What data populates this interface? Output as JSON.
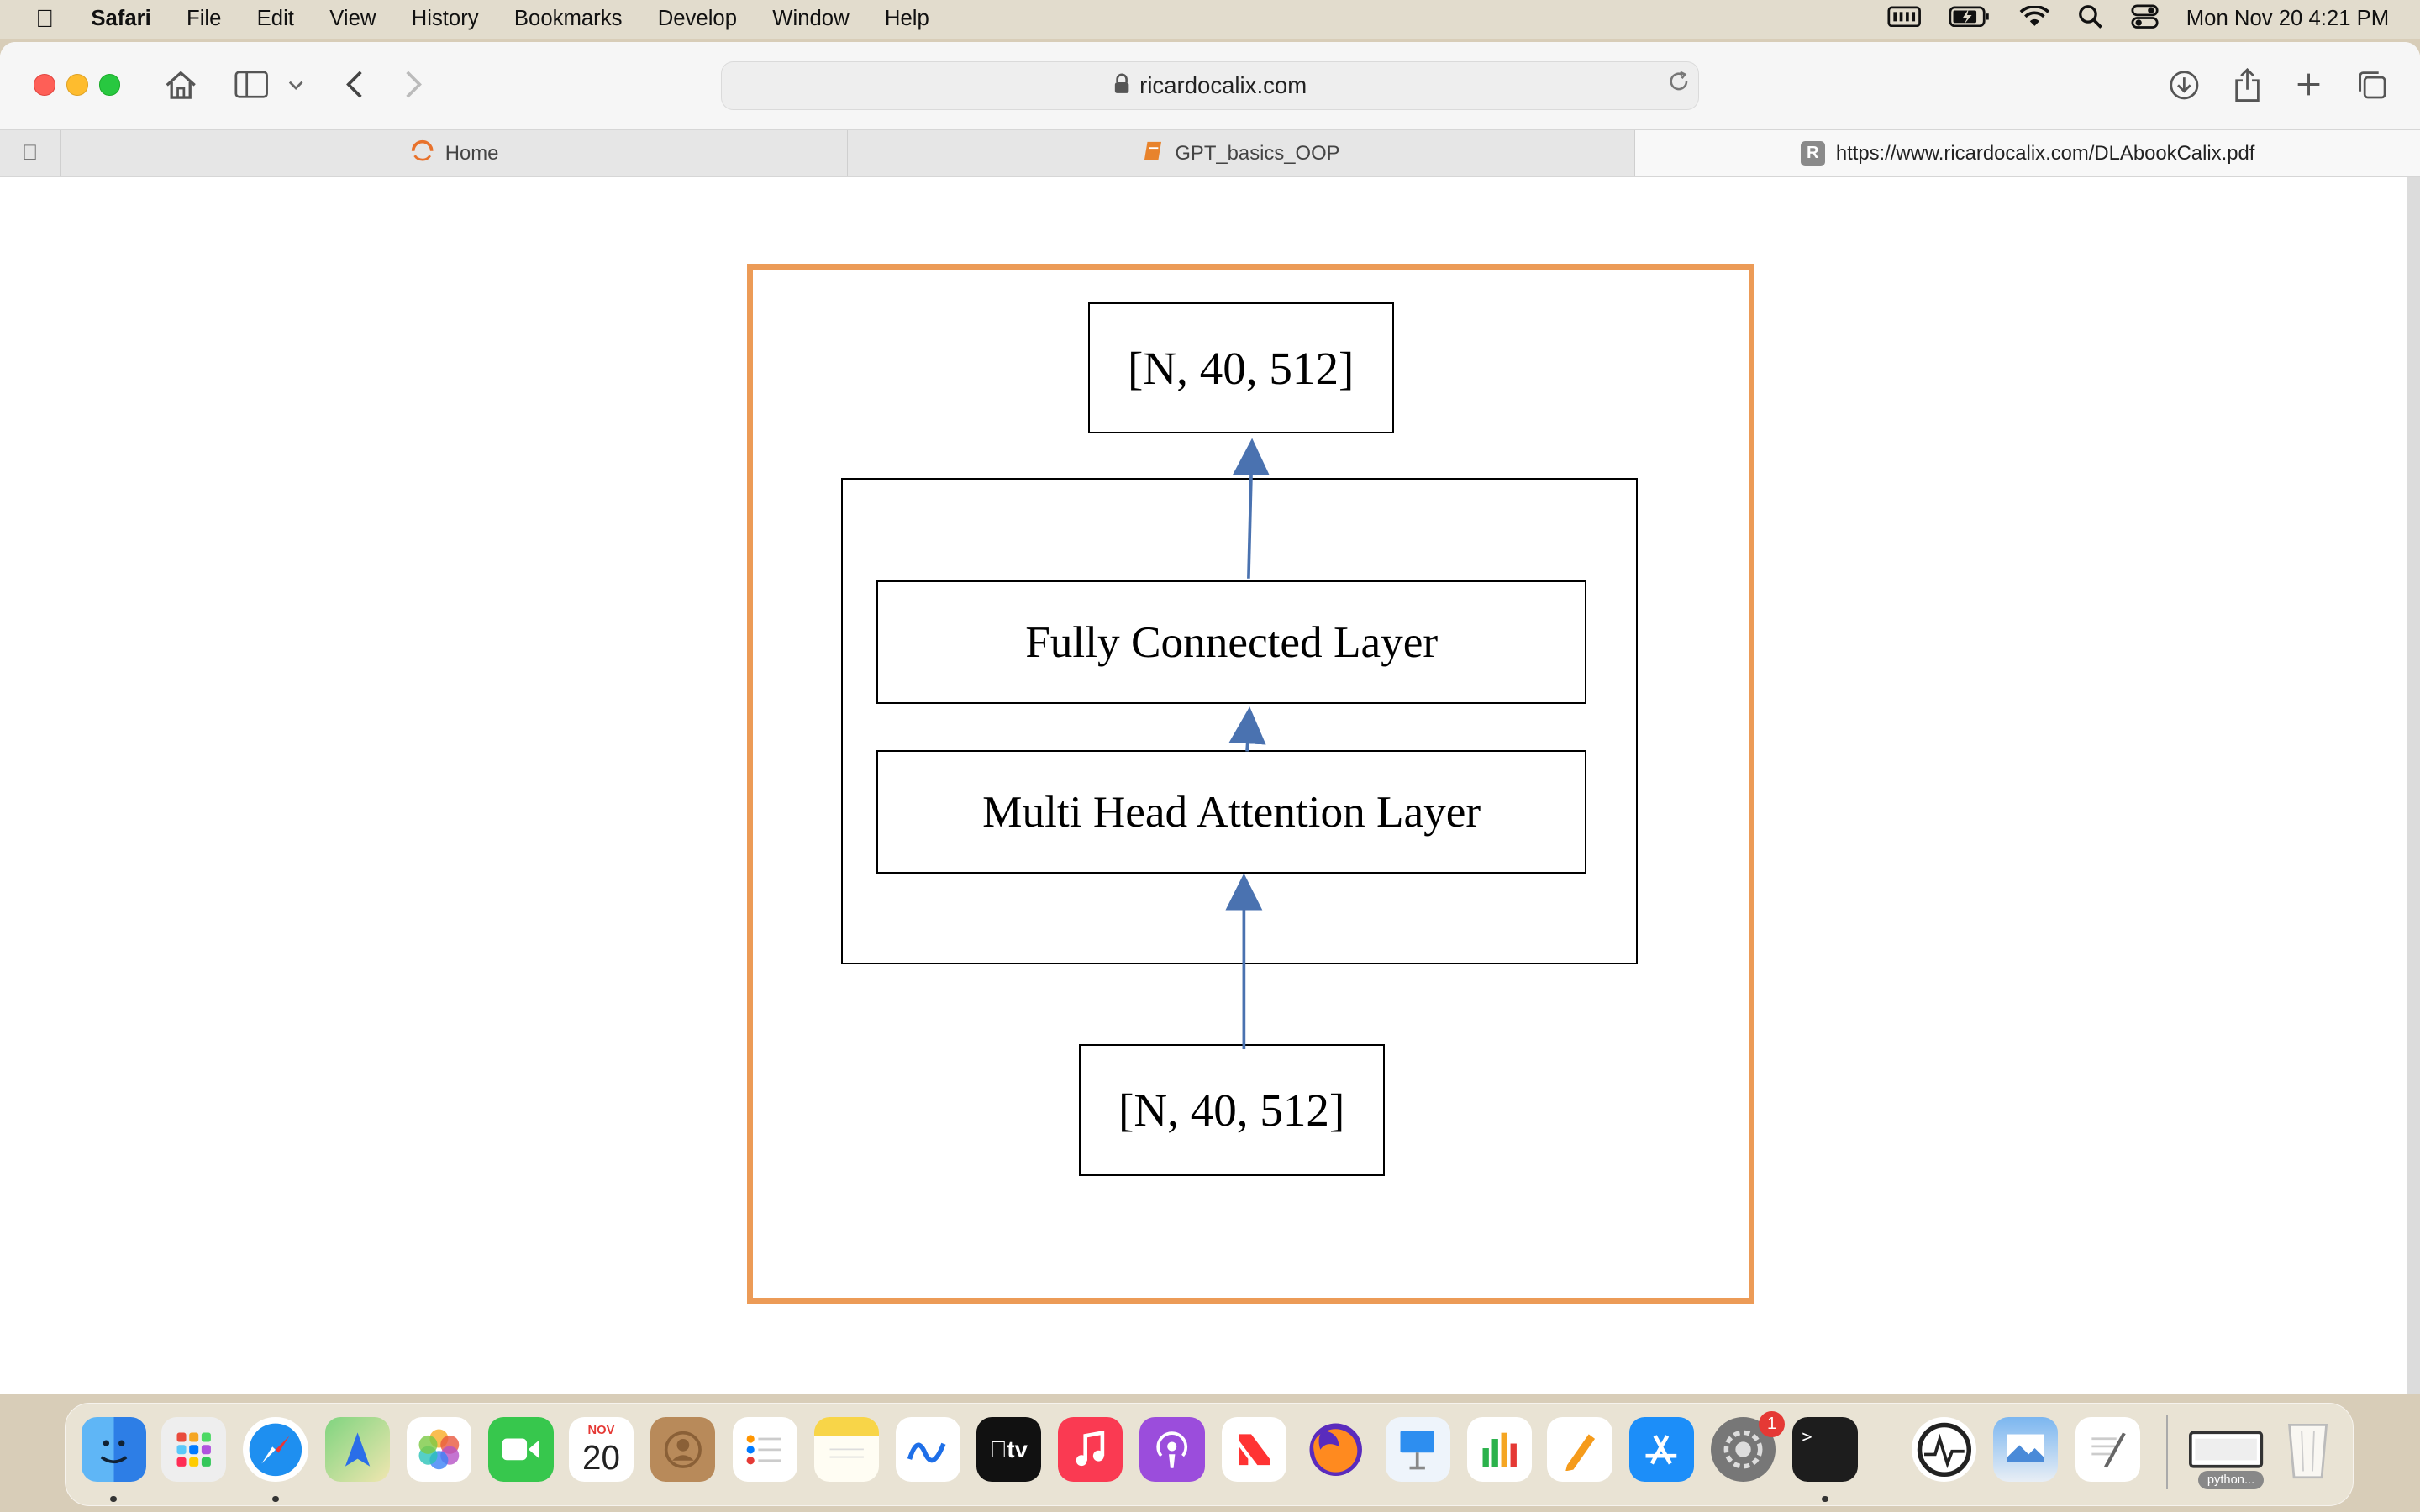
{
  "menubar": {
    "app": "Safari",
    "items": [
      "File",
      "Edit",
      "View",
      "History",
      "Bookmarks",
      "Develop",
      "Window",
      "Help"
    ],
    "clock": "Mon Nov 20  4:21 PM"
  },
  "toolbar": {
    "url": "ricardocalix.com"
  },
  "tabs": [
    {
      "label": "Home"
    },
    {
      "label": "GPT_basics_OOP"
    },
    {
      "label": "https://www.ricardocalix.com/DLAbookCalix.pdf"
    }
  ],
  "diagram": {
    "output_shape": "[N, 40, 512]",
    "fc_layer": "Fully Connected Layer",
    "attention_layer": "Multi Head Attention Layer",
    "input_shape": "[N, 40, 512]",
    "frame_color": "#ec9b57",
    "arrow_color": "#4a72b0"
  },
  "dock": {
    "calendar_month": "NOV",
    "calendar_day": "20",
    "settings_badge": "1",
    "python_label": "python..."
  }
}
